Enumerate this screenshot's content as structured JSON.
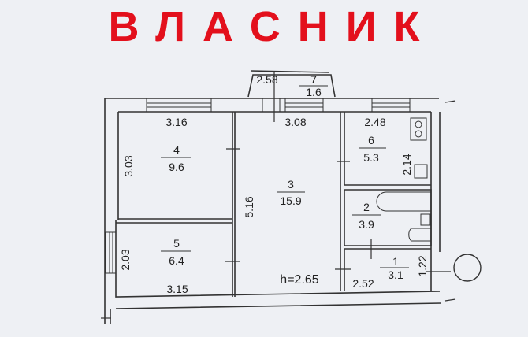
{
  "title": "ВЛАСНИК",
  "plan": {
    "height_label": "h=2.65",
    "rooms": [
      {
        "number": "1",
        "area": "3.1"
      },
      {
        "number": "2",
        "area": "3.9"
      },
      {
        "number": "3",
        "area": "15.9"
      },
      {
        "number": "4",
        "area": "9.6"
      },
      {
        "number": "5",
        "area": "6.4"
      },
      {
        "number": "6",
        "area": "5.3"
      },
      {
        "number": "7",
        "area": "1.6"
      }
    ],
    "dimensions": {
      "balcony_width": "2.58",
      "room4_width": "3.16",
      "room4_height": "3.03",
      "room3_width": "3.08",
      "room3_height": "5.16",
      "room6_width": "2.48",
      "room6_height": "2.14",
      "room5_height": "2.03",
      "room5_width": "3.15",
      "room1_width": "2.52",
      "room1_height": "1.22"
    }
  }
}
